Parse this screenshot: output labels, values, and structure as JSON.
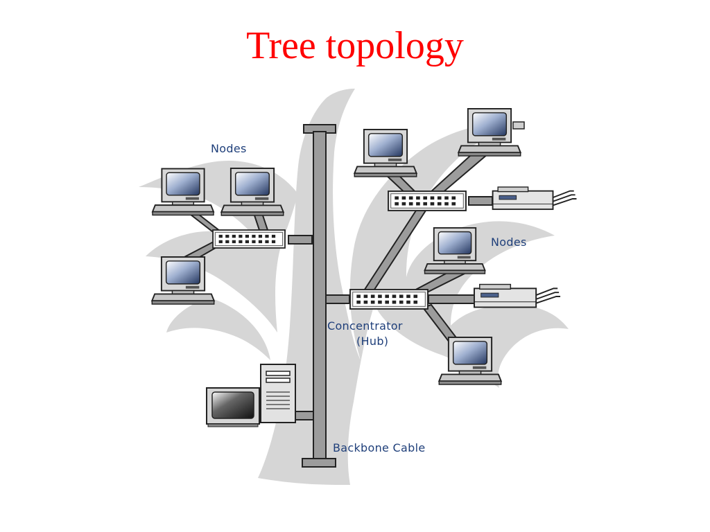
{
  "slide": {
    "title": "Tree topology"
  },
  "diagram": {
    "labels": {
      "nodes_left": "Nodes",
      "nodes_right": "Nodes",
      "hub_line1": "Concentrator",
      "hub_line2": "(Hub)",
      "backbone": "Backbone Cable"
    }
  },
  "colors": {
    "title": "#ff0000",
    "label": "#1f3f7a",
    "tree": "#d6d6d6",
    "cable": "#9c9c9c",
    "outline": "#222222",
    "screen": "#4a5f8a"
  }
}
